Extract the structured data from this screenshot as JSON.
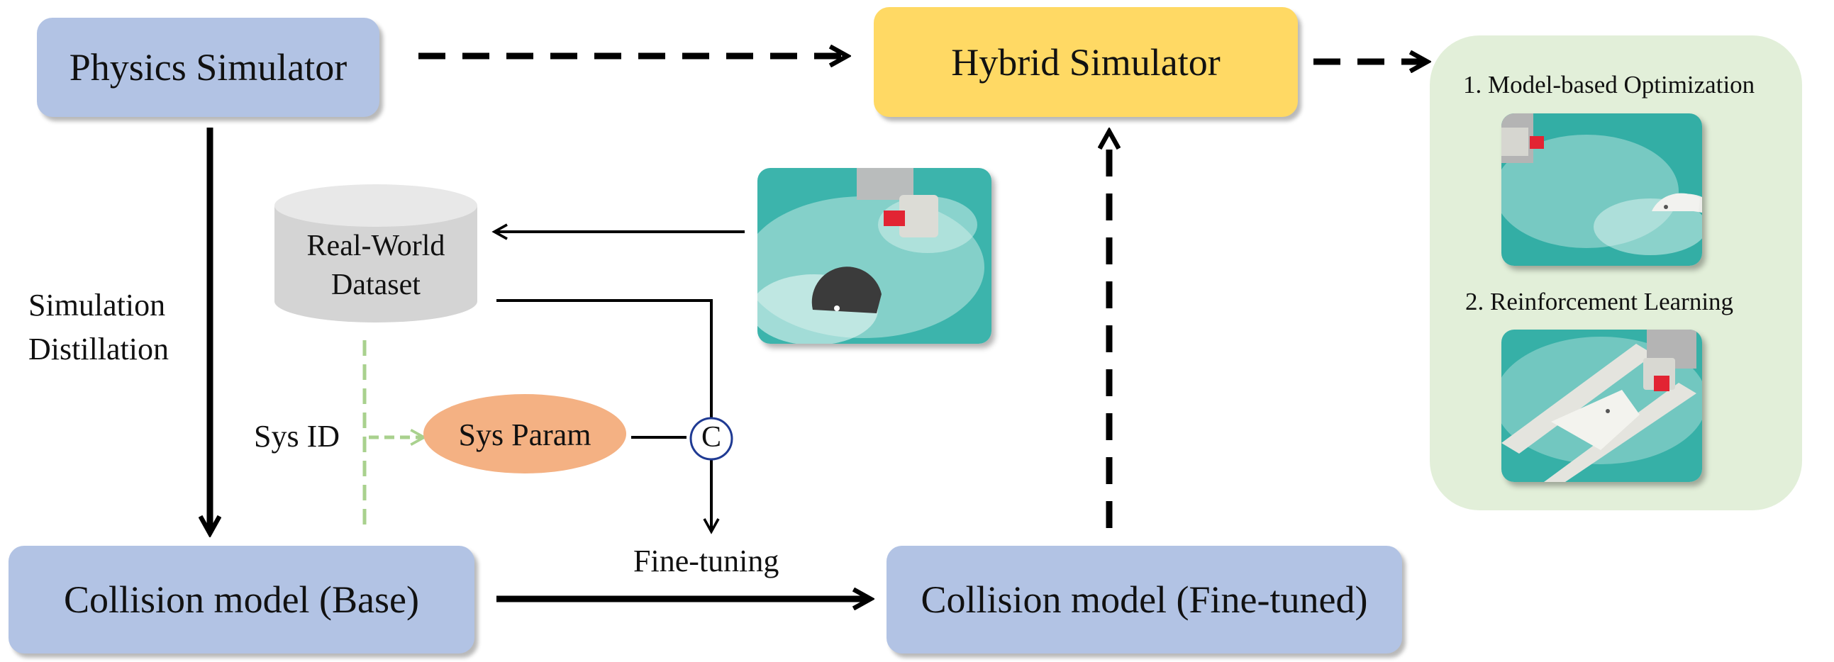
{
  "nodes": {
    "physics_simulator": "Physics Simulator",
    "hybrid_simulator": "Hybrid Simulator",
    "collision_base": "Collision model (Base)",
    "collision_finetuned": "Collision model (Fine-tuned)",
    "dataset": [
      "Real-World",
      "Dataset"
    ],
    "sys_param": "Sys Param",
    "concat": "C"
  },
  "edge_labels": {
    "simulation_distillation": [
      "Simulation",
      "Distillation"
    ],
    "sys_id": "Sys ID",
    "fine_tuning": "Fine-tuning"
  },
  "applications": {
    "item1": "1. Model-based Optimization",
    "item2": "2. Reinforcement Learning"
  },
  "colors": {
    "box_blue": "#b2c3e4",
    "box_yellow": "#ffd964",
    "sys_param_orange": "#f4b183",
    "panel_green": "#e2efd9",
    "sysid_dash_green": "#a9d18e",
    "dataset_gray": "#d4d4d4"
  }
}
